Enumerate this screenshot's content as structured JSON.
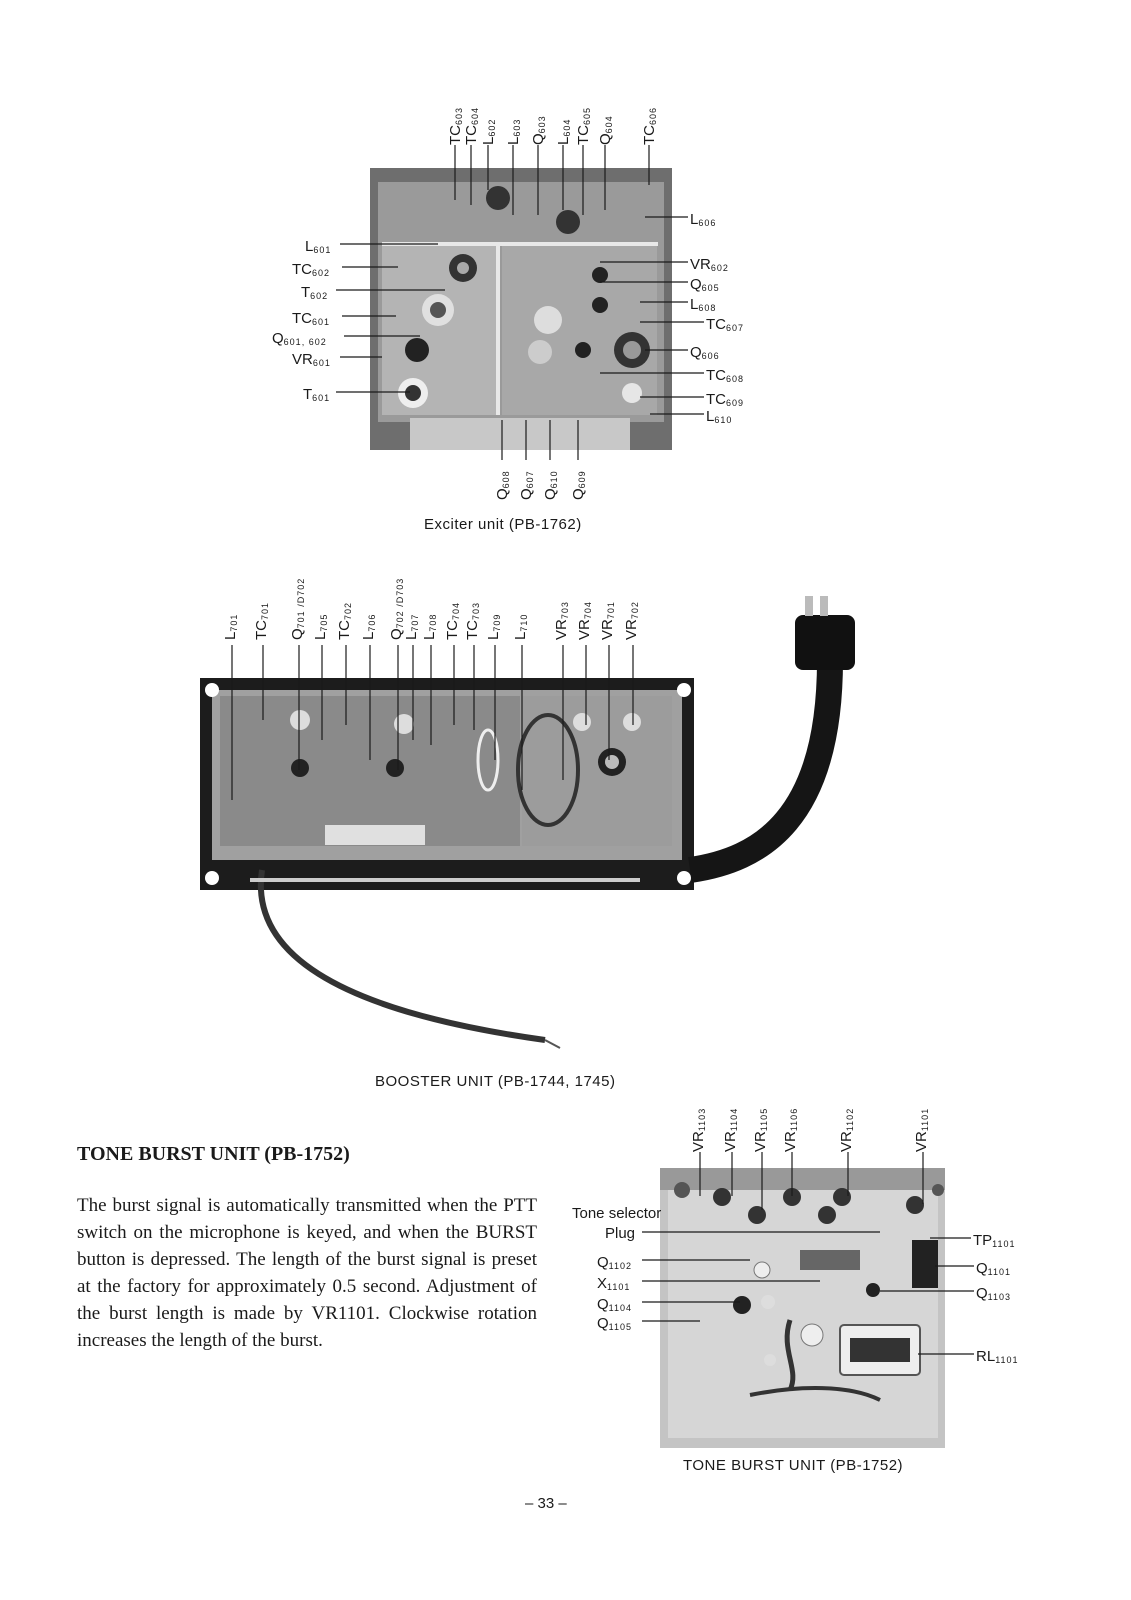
{
  "exciter": {
    "caption": "Exciter unit (PB-1762)",
    "top_labels": [
      {
        "base": "TC",
        "sub": "603"
      },
      {
        "base": "TC",
        "sub": "604"
      },
      {
        "base": "L",
        "sub": "602"
      },
      {
        "base": "L",
        "sub": "603"
      },
      {
        "base": "Q",
        "sub": "603"
      },
      {
        "base": "L",
        "sub": "604"
      },
      {
        "base": "TC",
        "sub": "605"
      },
      {
        "base": "Q",
        "sub": "604"
      },
      {
        "base": "TC",
        "sub": "606"
      }
    ],
    "left_labels": [
      {
        "base": "L",
        "sub": "601"
      },
      {
        "base": "TC",
        "sub": "602"
      },
      {
        "base": "T",
        "sub": "602"
      },
      {
        "base": "TC",
        "sub": "601"
      },
      {
        "base": "Q",
        "sub": "601, 602"
      },
      {
        "base": "VR",
        "sub": "601"
      },
      {
        "base": "T",
        "sub": "601"
      }
    ],
    "right_labels": [
      {
        "base": "L",
        "sub": "606"
      },
      {
        "base": "VR",
        "sub": "602"
      },
      {
        "base": "Q",
        "sub": "605"
      },
      {
        "base": "L",
        "sub": "608"
      },
      {
        "base": "TC",
        "sub": "607"
      },
      {
        "base": "Q",
        "sub": "606"
      },
      {
        "base": "TC",
        "sub": "608"
      },
      {
        "base": "TC",
        "sub": "609"
      },
      {
        "base": "L",
        "sub": "610"
      }
    ],
    "bottom_labels": [
      {
        "base": "Q",
        "sub": "608"
      },
      {
        "base": "Q",
        "sub": "607"
      },
      {
        "base": "Q",
        "sub": "610"
      },
      {
        "base": "Q",
        "sub": "609"
      }
    ]
  },
  "booster": {
    "caption": "BOOSTER UNIT (PB-1744, 1745)",
    "top_labels": [
      {
        "base": "L",
        "sub": "701"
      },
      {
        "base": "TC",
        "sub": "701"
      },
      {
        "base": "Q",
        "sub": "701 /D702"
      },
      {
        "base": "L",
        "sub": "705"
      },
      {
        "base": "TC",
        "sub": "702"
      },
      {
        "base": "L",
        "sub": "706"
      },
      {
        "base": "Q",
        "sub": "702 /D703"
      },
      {
        "base": "L",
        "sub": "707"
      },
      {
        "base": "L",
        "sub": "708"
      },
      {
        "base": "TC",
        "sub": "704"
      },
      {
        "base": "TC",
        "sub": "703"
      },
      {
        "base": "L",
        "sub": "709"
      },
      {
        "base": "L",
        "sub": "710"
      },
      {
        "base": "VR",
        "sub": "703"
      },
      {
        "base": "VR",
        "sub": "704"
      },
      {
        "base": "VR",
        "sub": "701"
      },
      {
        "base": "VR",
        "sub": "702"
      }
    ]
  },
  "tone_burst": {
    "heading": "TONE BURST UNIT (PB-1752)",
    "paragraph": "The burst signal is automatically transmitted when the PTT switch on the microphone is keyed, and when the BURST button is depressed. The length of the burst signal is preset at the factory for approximately 0.5 second. Adjustment of the burst length is made by VR1101. Clockwise rotation increases the length of the burst.",
    "caption": "TONE BURST UNIT (PB-1752)",
    "top_labels": [
      {
        "base": "VR",
        "sub": "1103"
      },
      {
        "base": "VR",
        "sub": "1104"
      },
      {
        "base": "VR",
        "sub": "1105"
      },
      {
        "base": "VR",
        "sub": "1106"
      },
      {
        "base": "VR",
        "sub": "1102"
      },
      {
        "base": "VR",
        "sub": "1101"
      }
    ],
    "left_labels": [
      {
        "base": "Tone selector",
        "sub": ""
      },
      {
        "base": "Plug",
        "sub": ""
      },
      {
        "base": "Q",
        "sub": "1102"
      },
      {
        "base": "X",
        "sub": "1101"
      },
      {
        "base": "Q",
        "sub": "1104"
      },
      {
        "base": "Q",
        "sub": "1105"
      }
    ],
    "right_labels": [
      {
        "base": "TP",
        "sub": "1101"
      },
      {
        "base": "Q",
        "sub": "1101"
      },
      {
        "base": "Q",
        "sub": "1103"
      },
      {
        "base": "RL",
        "sub": "1101"
      }
    ]
  },
  "page_number": "– 33 –"
}
